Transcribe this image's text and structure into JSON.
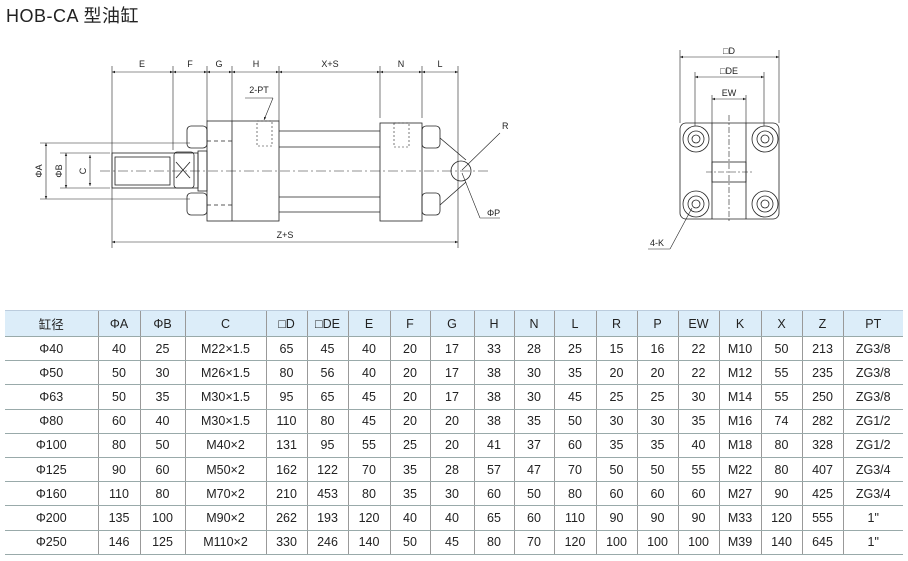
{
  "title": "HOB-CA 型油缸",
  "drawing": {
    "side_labels": {
      "E": "E",
      "F": "F",
      "G": "G",
      "H": "H",
      "XS": "X+S",
      "N": "N",
      "L": "L",
      "PT": "2-PT",
      "R": "R",
      "P": "ΦP",
      "ZS": "Z+S",
      "A": "ΦA",
      "B": "ΦB",
      "C": "C"
    },
    "end_labels": {
      "D": "□D",
      "DE": "□DE",
      "EW": "EW",
      "K": "4-K"
    }
  },
  "table": {
    "headers": [
      "缸径",
      "ΦA",
      "ΦB",
      "C",
      "□D",
      "□DE",
      "E",
      "F",
      "G",
      "H",
      "N",
      "L",
      "R",
      "P",
      "EW",
      "K",
      "X",
      "Z",
      "PT"
    ],
    "rows": [
      [
        "Φ40",
        "40",
        "25",
        "M22×1.5",
        "65",
        "45",
        "40",
        "20",
        "17",
        "33",
        "28",
        "25",
        "15",
        "16",
        "22",
        "M10",
        "50",
        "213",
        "ZG3/8"
      ],
      [
        "Φ50",
        "50",
        "30",
        "M26×1.5",
        "80",
        "56",
        "40",
        "20",
        "17",
        "38",
        "30",
        "35",
        "20",
        "20",
        "22",
        "M12",
        "55",
        "235",
        "ZG3/8"
      ],
      [
        "Φ63",
        "50",
        "35",
        "M30×1.5",
        "95",
        "65",
        "45",
        "20",
        "17",
        "38",
        "30",
        "45",
        "25",
        "25",
        "30",
        "M14",
        "55",
        "250",
        "ZG3/8"
      ],
      [
        "Φ80",
        "60",
        "40",
        "M30×1.5",
        "110",
        "80",
        "45",
        "20",
        "20",
        "38",
        "35",
        "50",
        "30",
        "30",
        "35",
        "M16",
        "74",
        "282",
        "ZG1/2"
      ],
      [
        "Φ100",
        "80",
        "50",
        "M40×2",
        "131",
        "95",
        "55",
        "25",
        "20",
        "41",
        "37",
        "60",
        "35",
        "35",
        "40",
        "M18",
        "80",
        "328",
        "ZG1/2"
      ],
      [
        "Φ125",
        "90",
        "60",
        "M50×2",
        "162",
        "122",
        "70",
        "35",
        "28",
        "57",
        "47",
        "70",
        "50",
        "50",
        "55",
        "M22",
        "80",
        "407",
        "ZG3/4"
      ],
      [
        "Φ160",
        "110",
        "80",
        "M70×2",
        "210",
        "453",
        "80",
        "35",
        "30",
        "60",
        "50",
        "80",
        "60",
        "60",
        "60",
        "M27",
        "90",
        "425",
        "ZG3/4"
      ],
      [
        "Φ200",
        "135",
        "100",
        "M90×2",
        "262",
        "193",
        "120",
        "40",
        "40",
        "65",
        "60",
        "110",
        "90",
        "90",
        "90",
        "M33",
        "120",
        "555",
        "1\""
      ],
      [
        "Φ250",
        "146",
        "125",
        "M110×2",
        "330",
        "246",
        "140",
        "50",
        "45",
        "80",
        "70",
        "120",
        "100",
        "100",
        "100",
        "M39",
        "140",
        "645",
        "1\""
      ]
    ]
  }
}
